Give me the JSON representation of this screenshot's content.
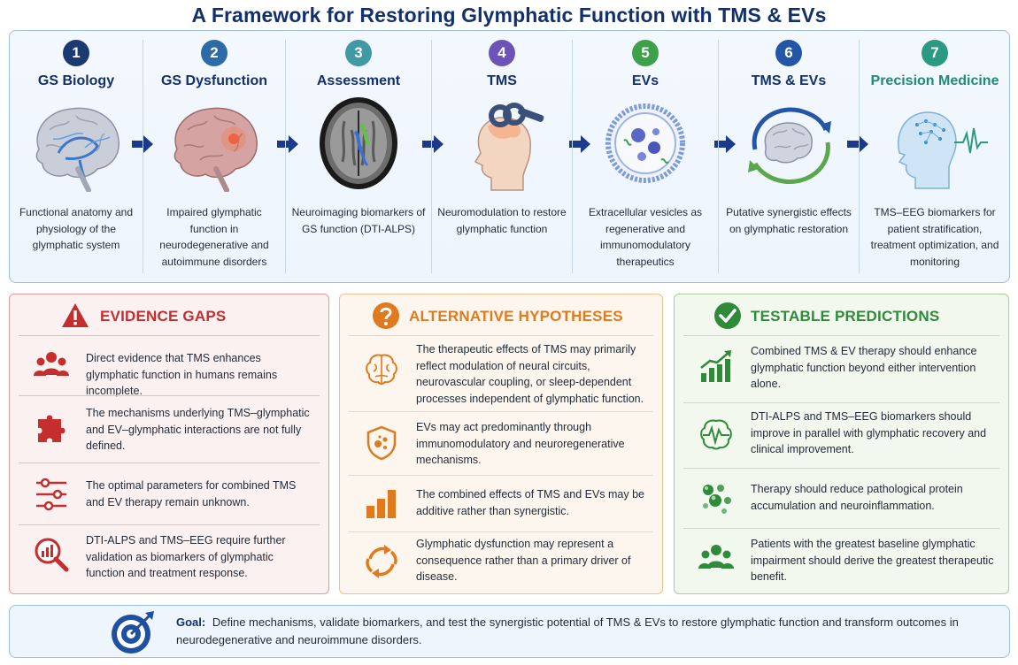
{
  "title": "A Framework for Restoring Glymphatic Function with TMS & EVs",
  "colors": {
    "navy": "#13306b",
    "step_numbers": [
      "#1b3a72",
      "#2d6aa8",
      "#3f9aa3",
      "#6b53b8",
      "#3fa04a",
      "#2456a8",
      "#2b9a82"
    ],
    "red": "#c42e2e",
    "orange": "#e07a1e",
    "green": "#2f8a3a"
  },
  "steps": [
    {
      "num": "1",
      "title": "GS Biology",
      "icon": "brain-anatomy-icon",
      "desc": "Functional anatomy and physiology of the glymphatic system"
    },
    {
      "num": "2",
      "title": "GS Dysfunction",
      "icon": "brain-lesion-icon",
      "desc": "Impaired glymphatic function in neurodegenerative and autoimmune disorders"
    },
    {
      "num": "3",
      "title": "Assessment",
      "icon": "mri-scan-icon",
      "desc": "Neuroimaging biomarkers of GS function (DTI-ALPS)"
    },
    {
      "num": "4",
      "title": "TMS",
      "icon": "tms-coil-head-icon",
      "desc": "Neuromodulation to restore glymphatic function"
    },
    {
      "num": "5",
      "title": "EVs",
      "icon": "extracellular-vesicle-icon",
      "desc": "Extracellular vesicles as regenerative and immunomodulatory therapeutics"
    },
    {
      "num": "6",
      "title": "TMS & EVs",
      "icon": "synergy-cycle-brain-icon",
      "desc": "Putative synergistic effects on glymphatic restoration"
    },
    {
      "num": "7",
      "title": "Precision Medicine",
      "icon": "digital-head-eeg-icon",
      "desc": "TMS–EEG biomarkers for patient stratification, treatment optimization, and monitoring"
    }
  ],
  "panels": {
    "gaps": {
      "title": "EVIDENCE GAPS",
      "icon": "warning-icon",
      "items": [
        {
          "icon": "people-group-icon",
          "text": "Direct evidence that TMS enhances glymphatic function in humans remains incomplete."
        },
        {
          "icon": "puzzle-icon",
          "text": "The mechanisms underlying TMS–glymphatic and EV–glymphatic interactions are not fully defined."
        },
        {
          "icon": "sliders-icon",
          "text": "The optimal parameters for combined TMS and EV therapy remain unknown."
        },
        {
          "icon": "magnifier-chart-icon",
          "text": "DTI-ALPS and TMS–EEG require further validation as biomarkers of glymphatic function and treatment response."
        }
      ]
    },
    "alternatives": {
      "title": "ALTERNATIVE HYPOTHESES",
      "icon": "question-icon",
      "items": [
        {
          "icon": "brain-outline-icon",
          "text": "The therapeutic effects of TMS may primarily reflect modulation of neural circuits, neurovascular coupling, or sleep-dependent processes independent of glymphatic function."
        },
        {
          "icon": "shield-cells-icon",
          "text": "EVs may act predominantly through immunomodulatory and neuroregenerative mechanisms."
        },
        {
          "icon": "bar-chart-icon",
          "text": "The combined effects of TMS and EVs may be additive rather than synergistic."
        },
        {
          "icon": "cycle-arrows-icon",
          "text": "Glymphatic dysfunction may represent a consequence rather than a primary driver of disease."
        }
      ]
    },
    "predictions": {
      "title": "TESTABLE PREDICTIONS",
      "icon": "check-circle-icon",
      "items": [
        {
          "icon": "growth-chart-icon",
          "text": "Combined TMS & EV therapy should enhance glymphatic function beyond either intervention alone."
        },
        {
          "icon": "brain-waveform-icon",
          "text": "DTI-ALPS and TMS–EEG biomarkers should improve in parallel with glymphatic recovery and clinical improvement."
        },
        {
          "icon": "protein-spheres-icon",
          "text": "Therapy should reduce pathological protein accumulation and neuroinflammation."
        },
        {
          "icon": "patients-group-icon",
          "text": "Patients with the greatest baseline glymphatic impairment should derive the greatest therapeutic benefit."
        }
      ]
    }
  },
  "goal": {
    "label": "Goal:",
    "text": "Define mechanisms, validate biomarkers, and test the synergistic potential of TMS & EVs to restore glymphatic function and transform outcomes in neurodegenerative and neuroimmune disorders.",
    "icon": "target-icon"
  }
}
